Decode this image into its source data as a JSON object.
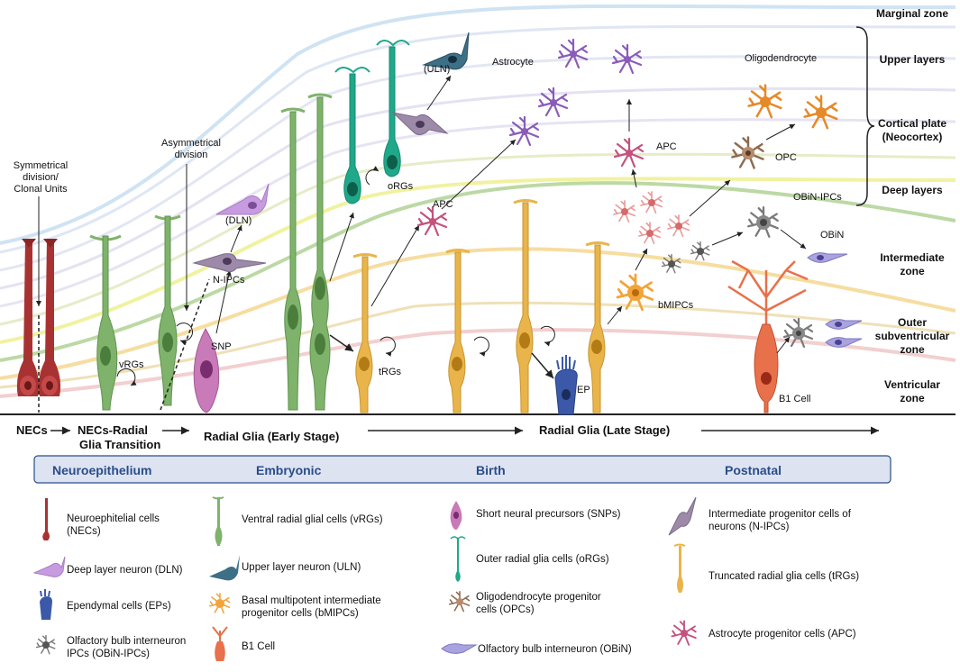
{
  "zones": {
    "marginal": "Marginal zone",
    "upper": "Upper layers",
    "cortical_1": "Cortical plate",
    "cortical_2": "(Neocortex)",
    "deep": "Deep layers",
    "intermediate_1": "Intermediate",
    "intermediate_2": "zone",
    "osvz_1": "Outer",
    "osvz_2": "subventricular",
    "osvz_3": "zone",
    "vz_1": "Ventricular",
    "vz_2": "zone"
  },
  "annotations": {
    "sym_1": "Symmetrical",
    "sym_2": "division/",
    "sym_3": "Clonal Units",
    "asym_1": "Asymmetrical",
    "asym_2": "division",
    "vrgs": "vRGs",
    "dln": "(DLN)",
    "nipcs": "N-IPCs",
    "snp": "SNP",
    "uln": "(ULN)",
    "orgs": "oRGs",
    "apc1": "APC",
    "trgs": "tRGs",
    "astrocyte": "Astrocyte",
    "apc2": "APC",
    "ep": "EP",
    "bmipcs": "bMIPCs",
    "oligodendrocyte": "Oligodendrocyte",
    "opc": "OPC",
    "obin_ipcs": "OBiN-IPCs",
    "obin": "OBiN",
    "b1cell": "B1 Cell"
  },
  "stages": {
    "necs": "NECs",
    "transition_1": "NECs-Radial",
    "transition_2": "Glia Transition",
    "early": "Radial Glia (Early Stage)",
    "late": "Radial Glia (Late Stage)"
  },
  "timeline": {
    "neuroepithelium": "Neuroepithelium",
    "embryonic": "Embryonic",
    "birth": "Birth",
    "postnatal": "Postnatal"
  },
  "legend": {
    "nec_1": "Neuroephitelial cells",
    "nec_2": "(NECs)",
    "dln": "Deep layer neuron (DLN)",
    "ep": "Ependymal cells (EPs)",
    "obin_ipc_1": "Olfactory bulb interneuron",
    "obin_ipc_2": "IPCs (OBiN-IPCs)",
    "vrg": "Ventral radial glial cells (vRGs)",
    "uln": "Upper layer neuron (ULN)",
    "bmipc_1": "Basal multipotent  intermediate",
    "bmipc_2": "progenitor cells (bMIPCs)",
    "b1": "B1 Cell",
    "snp": "Short neural precursors (SNPs)",
    "org": "Outer radial glia cells (oRGs)",
    "opc_1": "Oligodendrocyte progenitor",
    "opc_2": "cells (OPCs)",
    "obin": "Olfactory bulb interneuron (OBiN)",
    "nipc_1": "Intermediate progenitor cells of",
    "nipc_2": "neurons (N-IPCs)",
    "trg": "Truncated radial glia  cells (tRGs)",
    "apc": "Astrocyte progenitor cells (APC)"
  },
  "colors": {
    "nec": "#a83232",
    "vrg": "#7fb36b",
    "org": "#1fa889",
    "trg": "#e9b54a",
    "snp": "#c97ab8",
    "dln": "#c79be0",
    "uln": "#3d6f86",
    "nipc": "#9d8aa8",
    "astro": "#8a5cb8",
    "apc": "#c4527d",
    "ep": "#3b59a8",
    "bmipc": "#f2a43a",
    "opc": "#8e6a4e",
    "oligo": "#e58a2a",
    "obinipc": "#7a7a7a",
    "obin": "#a9a3e0",
    "b1": "#e8704a",
    "timeline_bg": "#dde3f1",
    "timeline_text": "#2a4d8a"
  }
}
